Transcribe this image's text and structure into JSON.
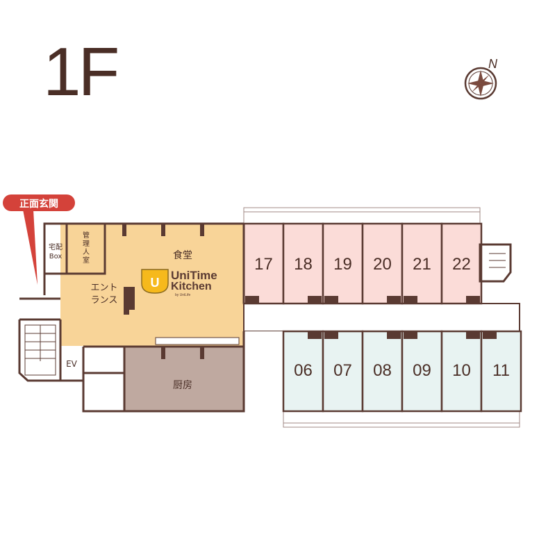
{
  "floor": "1F",
  "compass": {
    "north": "N"
  },
  "entrance_tag": "正面玄関",
  "labels": {
    "dining": "食堂",
    "kitchen": "厨房",
    "entrance": [
      "エント",
      "ランス"
    ],
    "parcel_box": [
      "宅配",
      "Box"
    ],
    "manager_room": [
      "管",
      "理",
      "人",
      "室"
    ],
    "elevator": "EV"
  },
  "logo": {
    "line1": "UniTime",
    "line2": "Kitchen",
    "sub": "by UniLife"
  },
  "rooms_north": [
    "17",
    "18",
    "19",
    "20",
    "21",
    "22"
  ],
  "rooms_south": [
    "06",
    "07",
    "08",
    "09",
    "10",
    "11"
  ],
  "colors": {
    "wall": "#5a3a32",
    "dining": "#f8d498",
    "kitchen": "#bfa9a0",
    "room_north": "#fbdcd8",
    "room_south": "#e8f3f2",
    "tag": "#d4423a"
  }
}
